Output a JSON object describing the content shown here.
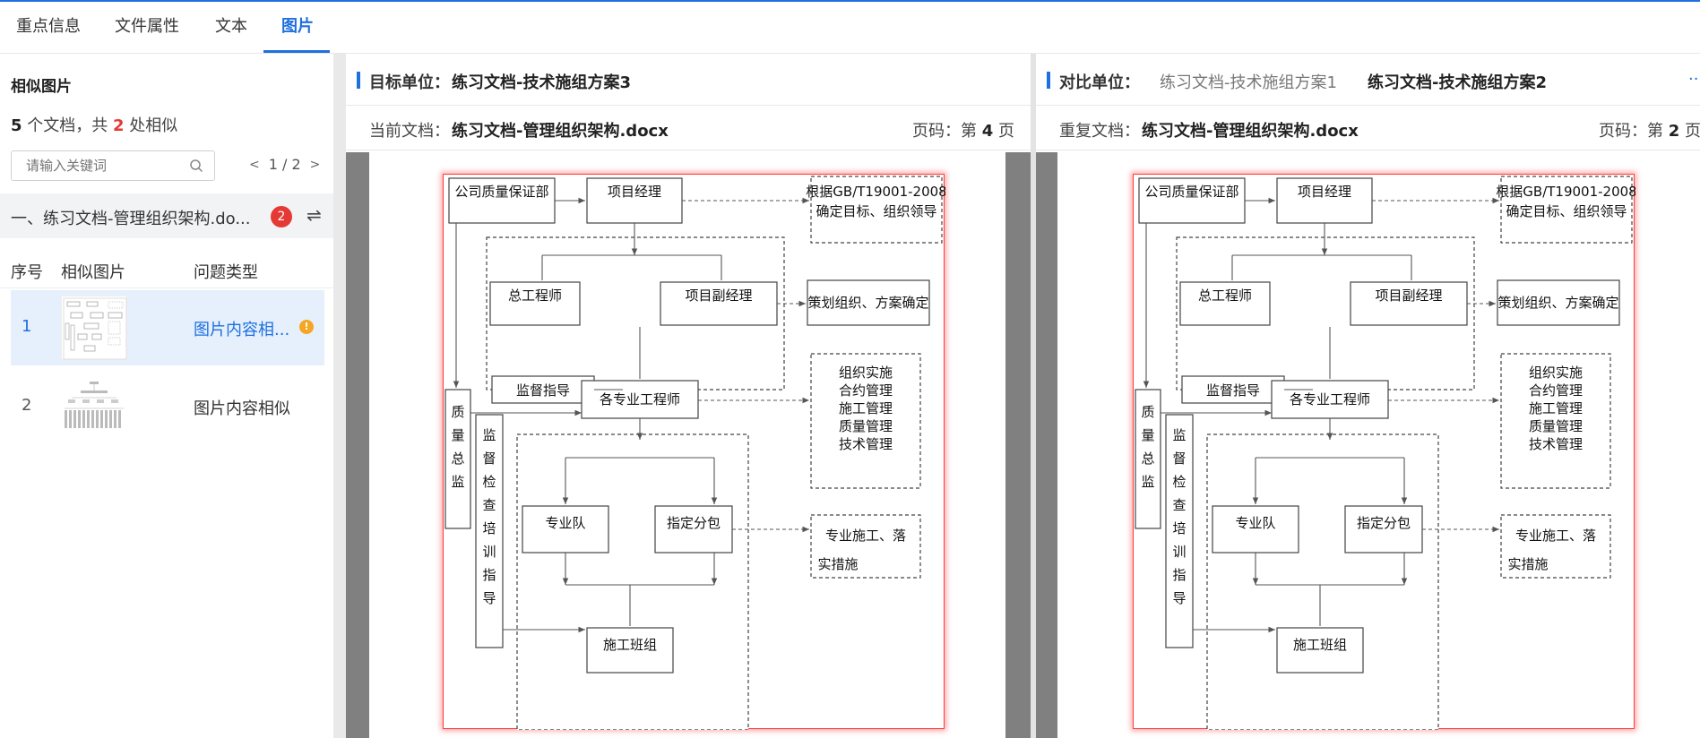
{
  "tabs": [
    {
      "label": "重点信息"
    },
    {
      "label": "文件属性"
    },
    {
      "label": "文本"
    },
    {
      "label": "图片"
    }
  ],
  "left": {
    "title": "相似图片",
    "summary": {
      "doc_count": "5",
      "text1": "个文档，共",
      "similar_count": "2",
      "text2": "处相似"
    },
    "search_placeholder": "请输入关键词",
    "pager": {
      "prev": "<",
      "text": "1 / 2",
      "next": ">"
    },
    "group": {
      "label": "一、练习文档-管理组织架构.do...",
      "badge": "2",
      "swap": "⇌"
    },
    "columns": [
      "序号",
      "相似图片",
      "问题类型"
    ],
    "rows": [
      {
        "num": "1",
        "type": "图片内容相...",
        "warn": "!"
      },
      {
        "num": "2",
        "type": "图片内容相似"
      }
    ]
  },
  "target": {
    "label": "目标单位：",
    "unit": "练习文档-技术施组方案3",
    "doc_label": "当前文档：",
    "doc_name": "练习文档-管理组织架构.docx",
    "page_prefix": "页码：第",
    "page_num": "4",
    "page_suffix": "页"
  },
  "compare": {
    "label": "对比单位：",
    "unit_muted": "练习文档-技术施组方案1",
    "unit": "练习文档-技术施组方案2",
    "more": "···",
    "doc_label": "重复文档：",
    "doc_name": "练习文档-管理组织架构.docx",
    "page_prefix": "页码：第",
    "page_num": "2",
    "page_suffix": "页"
  },
  "diagram": {
    "boxes": {
      "qa_dept": "公司质量保证部",
      "pm": "项目经理",
      "gb_line1": "根据GB/T19001-2008",
      "gb_line2": "确定目标、组织领导",
      "chief_eng": "总工程师",
      "deputy_pm": "项目副经理",
      "plan": "策划组织、方案确定",
      "supervise": "监督指导",
      "prof_eng": "各专业工程师",
      "impl_1": "组织实施",
      "impl_2": "合约管理",
      "impl_3": "施工管理",
      "impl_4": "质量管理",
      "impl_5": "技术管理",
      "quality_chief": "质量总监",
      "inspect": "监督检查培训指导",
      "team": "专业队",
      "sub": "指定分包",
      "measures_1": "专业施工、落",
      "measures_2": "实措施",
      "crew": "施工班组"
    }
  },
  "colors": {
    "accent": "#1e6fe0",
    "danger": "#e53935",
    "warn": "#f5a623"
  }
}
